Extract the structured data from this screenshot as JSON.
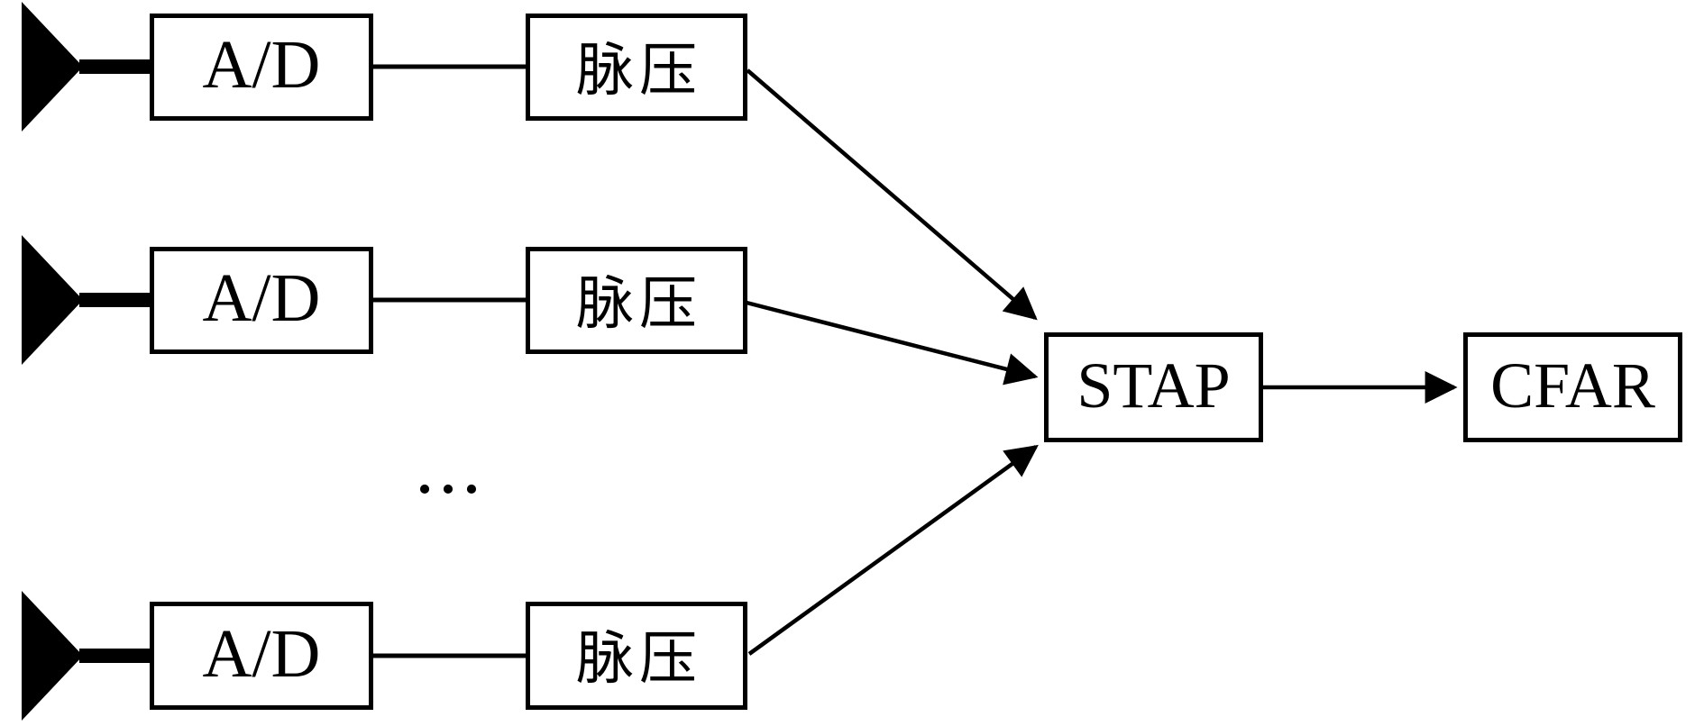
{
  "colors": {
    "background": "#ffffff",
    "line": "#000000",
    "text": "#000000"
  },
  "channels": [
    {
      "adc": "A/D",
      "pulse_compression": "脉压"
    },
    {
      "adc": "A/D",
      "pulse_compression": "脉压"
    },
    {
      "adc": "A/D",
      "pulse_compression": "脉压"
    }
  ],
  "ellipsis": "…",
  "stap": {
    "label": "STAP"
  },
  "cfar": {
    "label": "CFAR"
  }
}
